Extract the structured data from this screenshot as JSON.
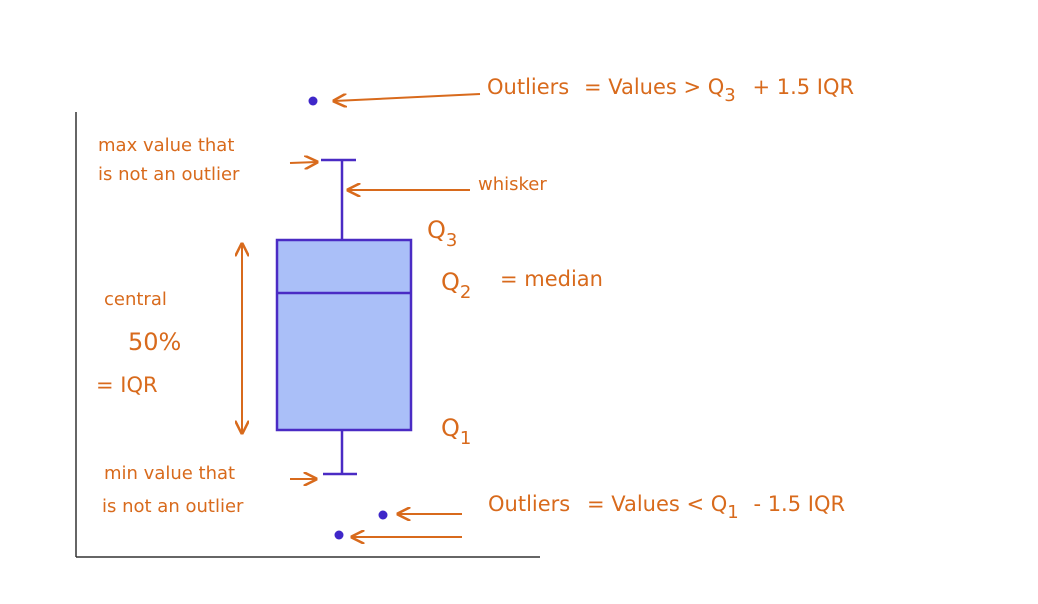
{
  "colors": {
    "label": "#d86a1c",
    "box_fill": "#aabff8",
    "box_stroke": "#4a2bc4",
    "point": "#3f27c9",
    "axis": "#333333"
  },
  "labels": {
    "outliers_top_a": "Outliers",
    "outliers_top_b": "= Values > Q",
    "outliers_top_sub": "3",
    "outliers_top_c": "+ 1.5 IQR",
    "max_line1": "max value that",
    "max_line2": "is not an outlier",
    "whisker": "whisker",
    "q3": "Q",
    "q3_sub": "3",
    "q2": "Q",
    "q2_sub": "2",
    "median": "= median",
    "central": "central",
    "percent": "50%",
    "iqr": "= IQR",
    "q1": "Q",
    "q1_sub": "1",
    "min_line1": "min value that",
    "min_line2": "is not an outlier",
    "outliers_bottom_a": "Outliers",
    "outliers_bottom_b": "= Values < Q",
    "outliers_bottom_sub": "1",
    "outliers_bottom_c": "- 1.5 IQR"
  }
}
